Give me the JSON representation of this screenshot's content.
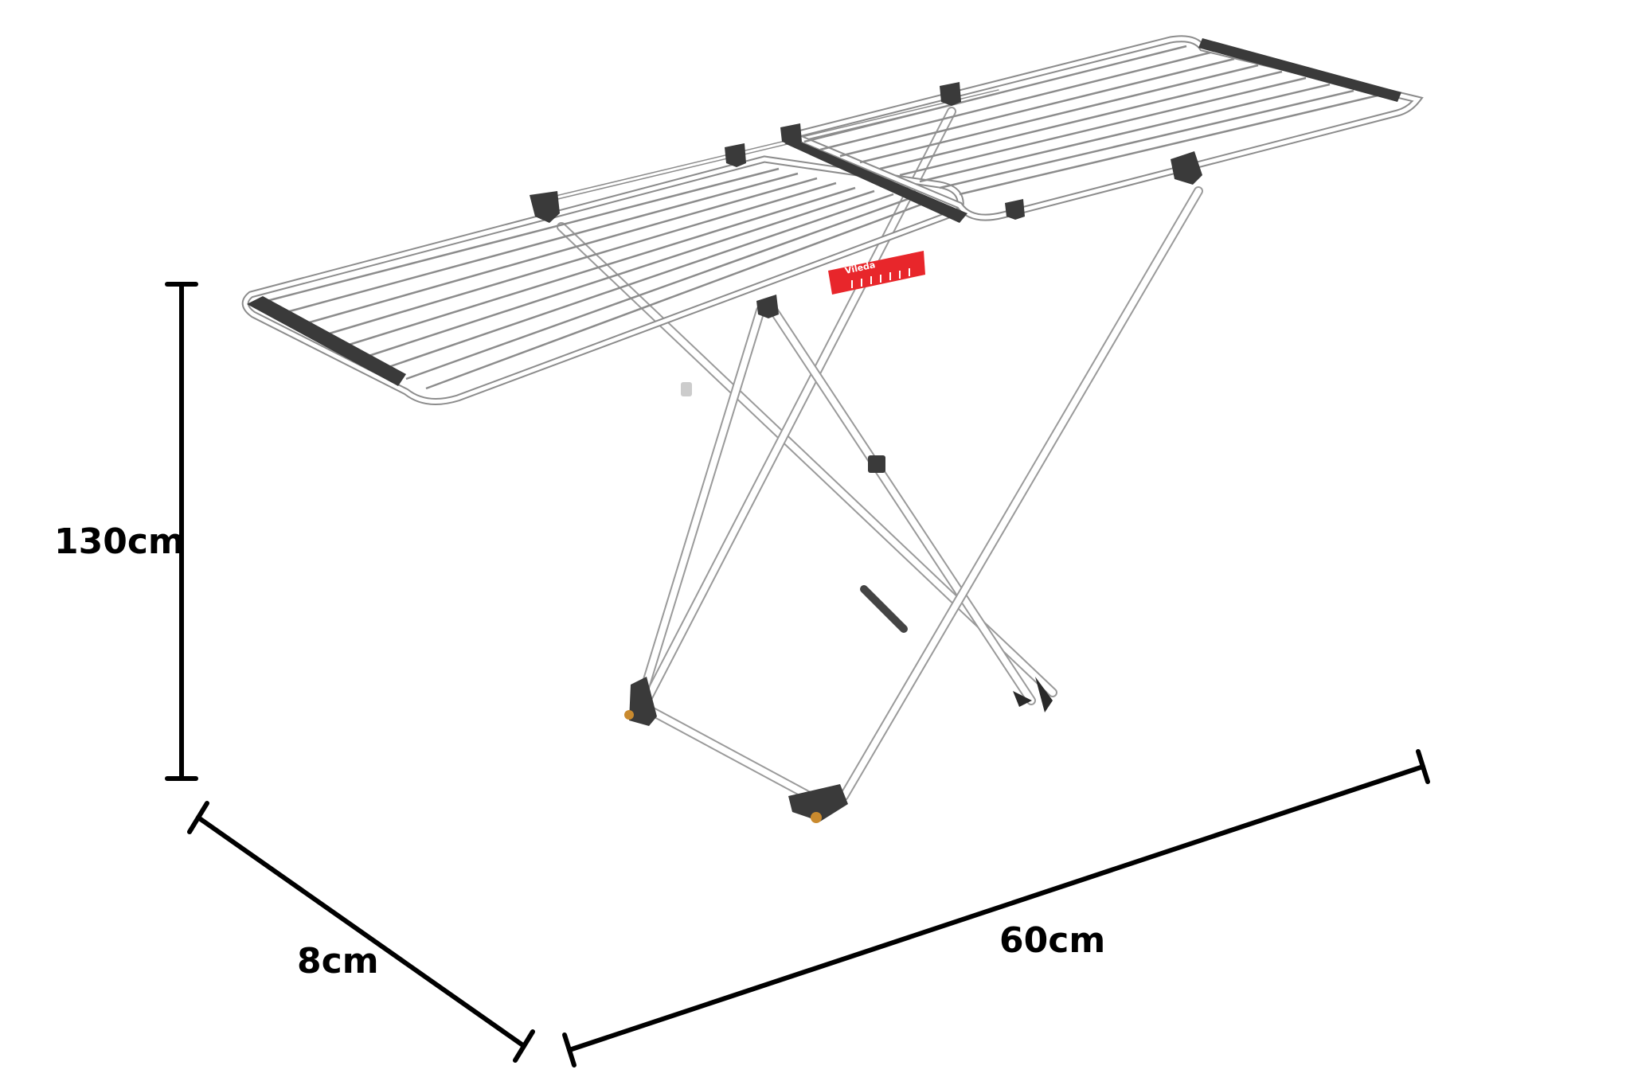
{
  "dimensions": {
    "height_label": "130cm",
    "depth_label": "8cm",
    "length_label": "60cm"
  },
  "product": {
    "brand_text": "Vileda",
    "frame_color": "#ffffff",
    "frame_outline_color": "#8c8c8c",
    "end_cap_color": "#3a3a3a",
    "accent_clip_color": "#e8262b",
    "foot_accent_color": "#c98a2e",
    "dimension_line_color": "#000000"
  }
}
